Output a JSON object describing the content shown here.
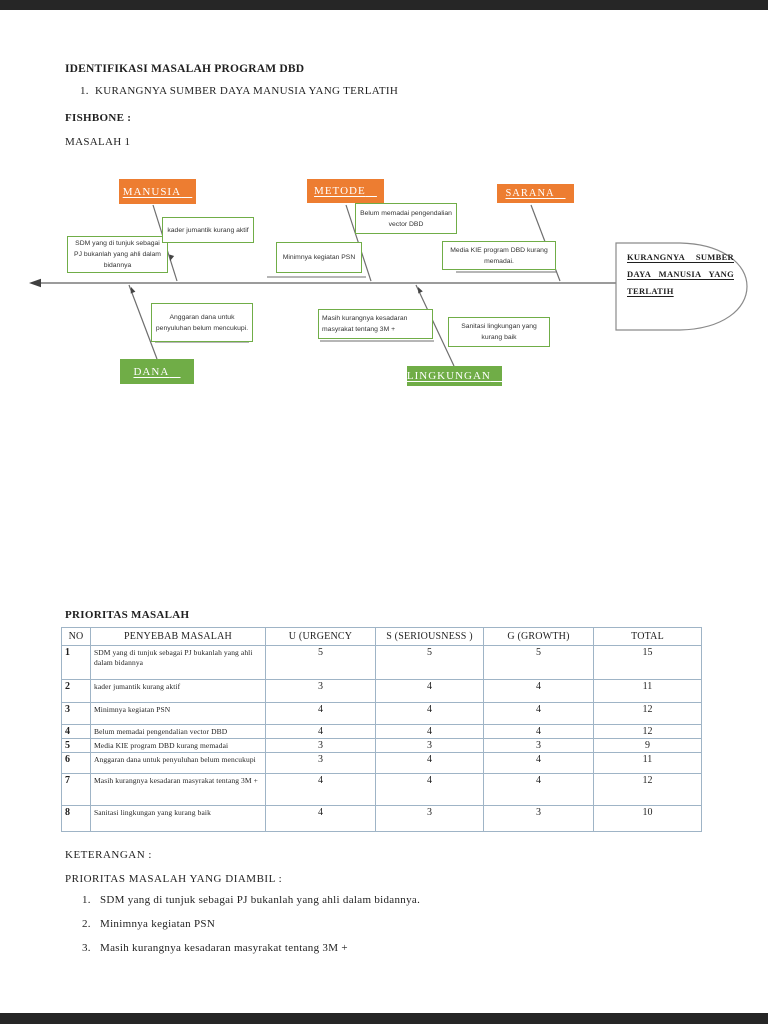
{
  "header": {
    "title": "IDENTIFIKASI MASALAH PROGRAM DBD",
    "item": "1.  KURANGNYA SUMBER DAYA MANUSIA YANG TERLATIH",
    "fishbone_label": "FISHBONE :",
    "masalah_label": "MASALAH 1"
  },
  "fishbone": {
    "head_text": "KURANGNYA SUMBER DAYA MANUSIA YANG TERLATIH",
    "categories": [
      {
        "label": "MANUSIA",
        "position": "top"
      },
      {
        "label": "METODE",
        "position": "top"
      },
      {
        "label": "SARANA",
        "position": "top"
      },
      {
        "label": "DANA",
        "position": "bottom"
      },
      {
        "label": "LINGKUNGAN",
        "position": "bottom"
      }
    ],
    "causes": [
      {
        "text": "SDM yang di tunjuk sebagai PJ bukanlah yang ahli dalam bidannya",
        "category": "MANUSIA"
      },
      {
        "text": "kader jumantik kurang aktif",
        "category": "MANUSIA"
      },
      {
        "text": "Minimnya kegiatan PSN",
        "category": "METODE"
      },
      {
        "text": "Belum memadai pengendalian vector DBD",
        "category": "METODE"
      },
      {
        "text": "Media KIE program DBD kurang memadai.",
        "category": "SARANA"
      },
      {
        "text": "Anggaran dana untuk penyuluhan belum mencukupi.",
        "category": "DANA"
      },
      {
        "text": "Masih kurangnya kesadaran masyrakat tentang 3M +",
        "category": "LINGKUNGAN"
      },
      {
        "text": "Sanitasi lingkungan yang kurang baik",
        "category": "LINGKUNGAN"
      }
    ],
    "colors": {
      "top_category": "#ED7D31",
      "bottom_category": "#70AD47",
      "cause_border": "#70AD47",
      "bone_line": "#6E6E6E"
    }
  },
  "priority_table": {
    "title": "PRIORITAS MASALAH",
    "headers": [
      "NO",
      "PENYEBAB MASALAH",
      "U (URGENCY",
      "S (SERIOUSNESS )",
      "G (GROWTH)",
      "TOTAL"
    ],
    "rows": [
      {
        "no": "1",
        "cause": "SDM yang di tunjuk sebagai PJ bukanlah yang ahli dalam bidannya",
        "u": "5",
        "s": "5",
        "g": "5",
        "total": "15"
      },
      {
        "no": "2",
        "cause": "kader jumantik kurang aktif",
        "u": "3",
        "s": "4",
        "g": "4",
        "total": "11"
      },
      {
        "no": "3",
        "cause": "Minimnya kegiatan PSN",
        "u": "4",
        "s": "4",
        "g": "4",
        "total": "12"
      },
      {
        "no": "4",
        "cause": "Belum memadai pengendalian vector DBD",
        "u": "4",
        "s": "4",
        "g": "4",
        "total": "12"
      },
      {
        "no": "5",
        "cause": "Media KIE program DBD kurang memadai",
        "u": "3",
        "s": "3",
        "g": "3",
        "total": "9"
      },
      {
        "no": "6",
        "cause": "Anggaran dana untuk penyuluhan belum mencukupi",
        "u": "3",
        "s": "4",
        "g": "4",
        "total": "11"
      },
      {
        "no": "7",
        "cause": "Masih kurangnya kesadaran masyrakat tentang 3M +",
        "u": "4",
        "s": "4",
        "g": "4",
        "total": "12"
      },
      {
        "no": "8",
        "cause": "Sanitasi lingkungan yang kurang baik",
        "u": "4",
        "s": "3",
        "g": "3",
        "total": "10"
      }
    ]
  },
  "notes": {
    "keterangan": "KETERANGAN :",
    "diambil": "PRIORITAS MASALAH YANG DIAMBIL :",
    "items": [
      "SDM yang di tunjuk sebagai PJ bukanlah yang ahli dalam bidannya.",
      "Minimnya kegiatan PSN",
      "Masih kurangnya kesadaran masyrakat tentang 3M +"
    ]
  }
}
